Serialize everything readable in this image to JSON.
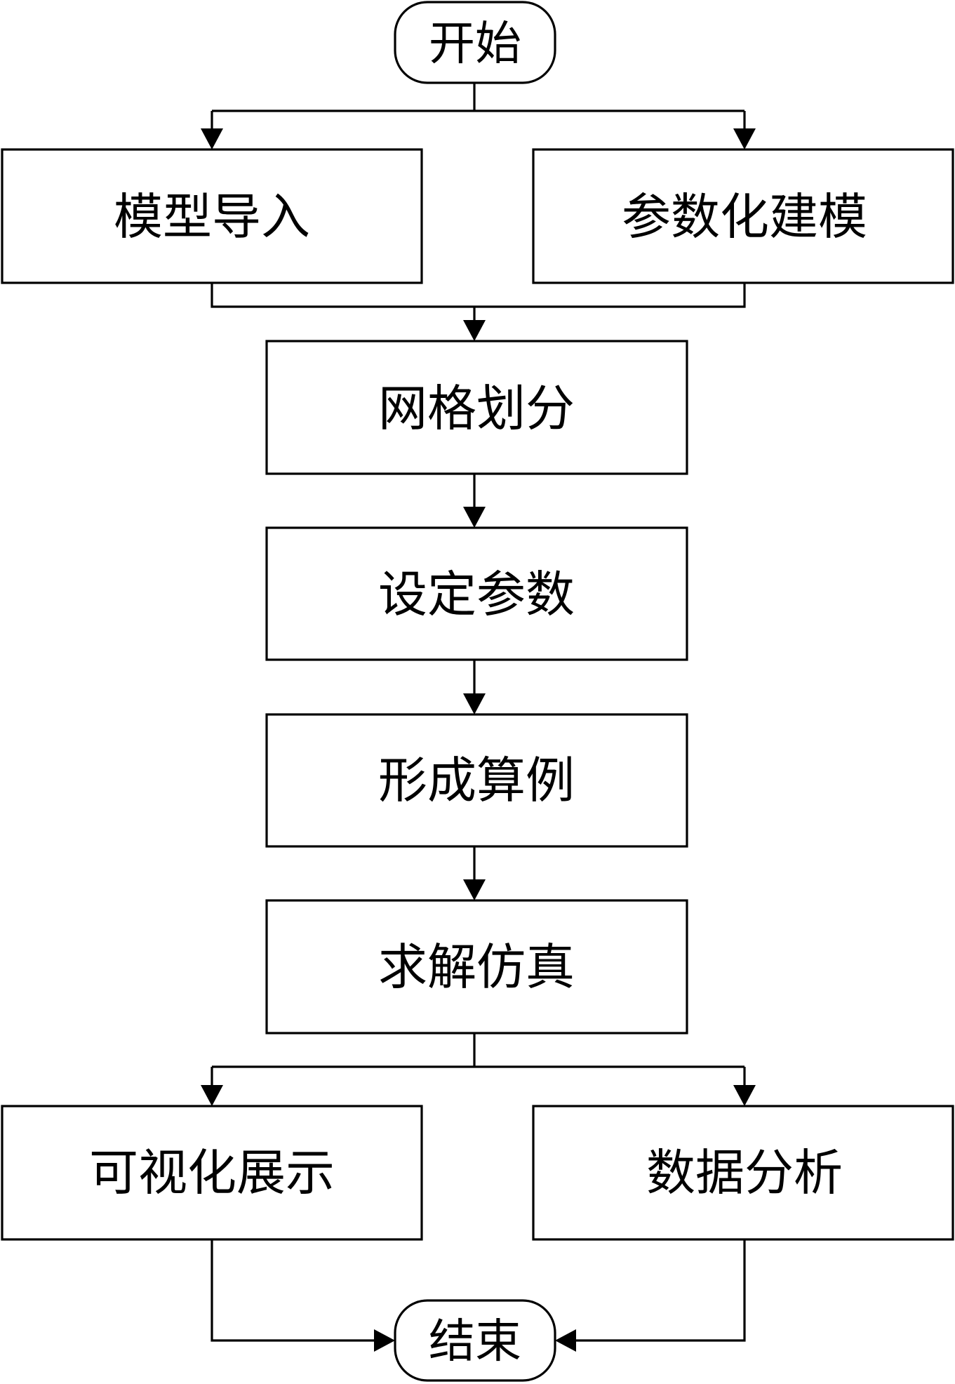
{
  "flowchart": {
    "start": {
      "label": "开始"
    },
    "model_import": {
      "label": "模型导入"
    },
    "parametric_modeling": {
      "label": "参数化建模"
    },
    "meshing": {
      "label": "网格划分"
    },
    "set_parameters": {
      "label": "设定参数"
    },
    "form_cases": {
      "label": "形成算例"
    },
    "solve_simulation": {
      "label": "求解仿真"
    },
    "visualization": {
      "label": "可视化展示"
    },
    "data_analysis": {
      "label": "数据分析"
    },
    "end": {
      "label": "结束"
    }
  },
  "colors": {
    "stroke": "#000000",
    "fill": "#ffffff",
    "text": "#000000"
  }
}
